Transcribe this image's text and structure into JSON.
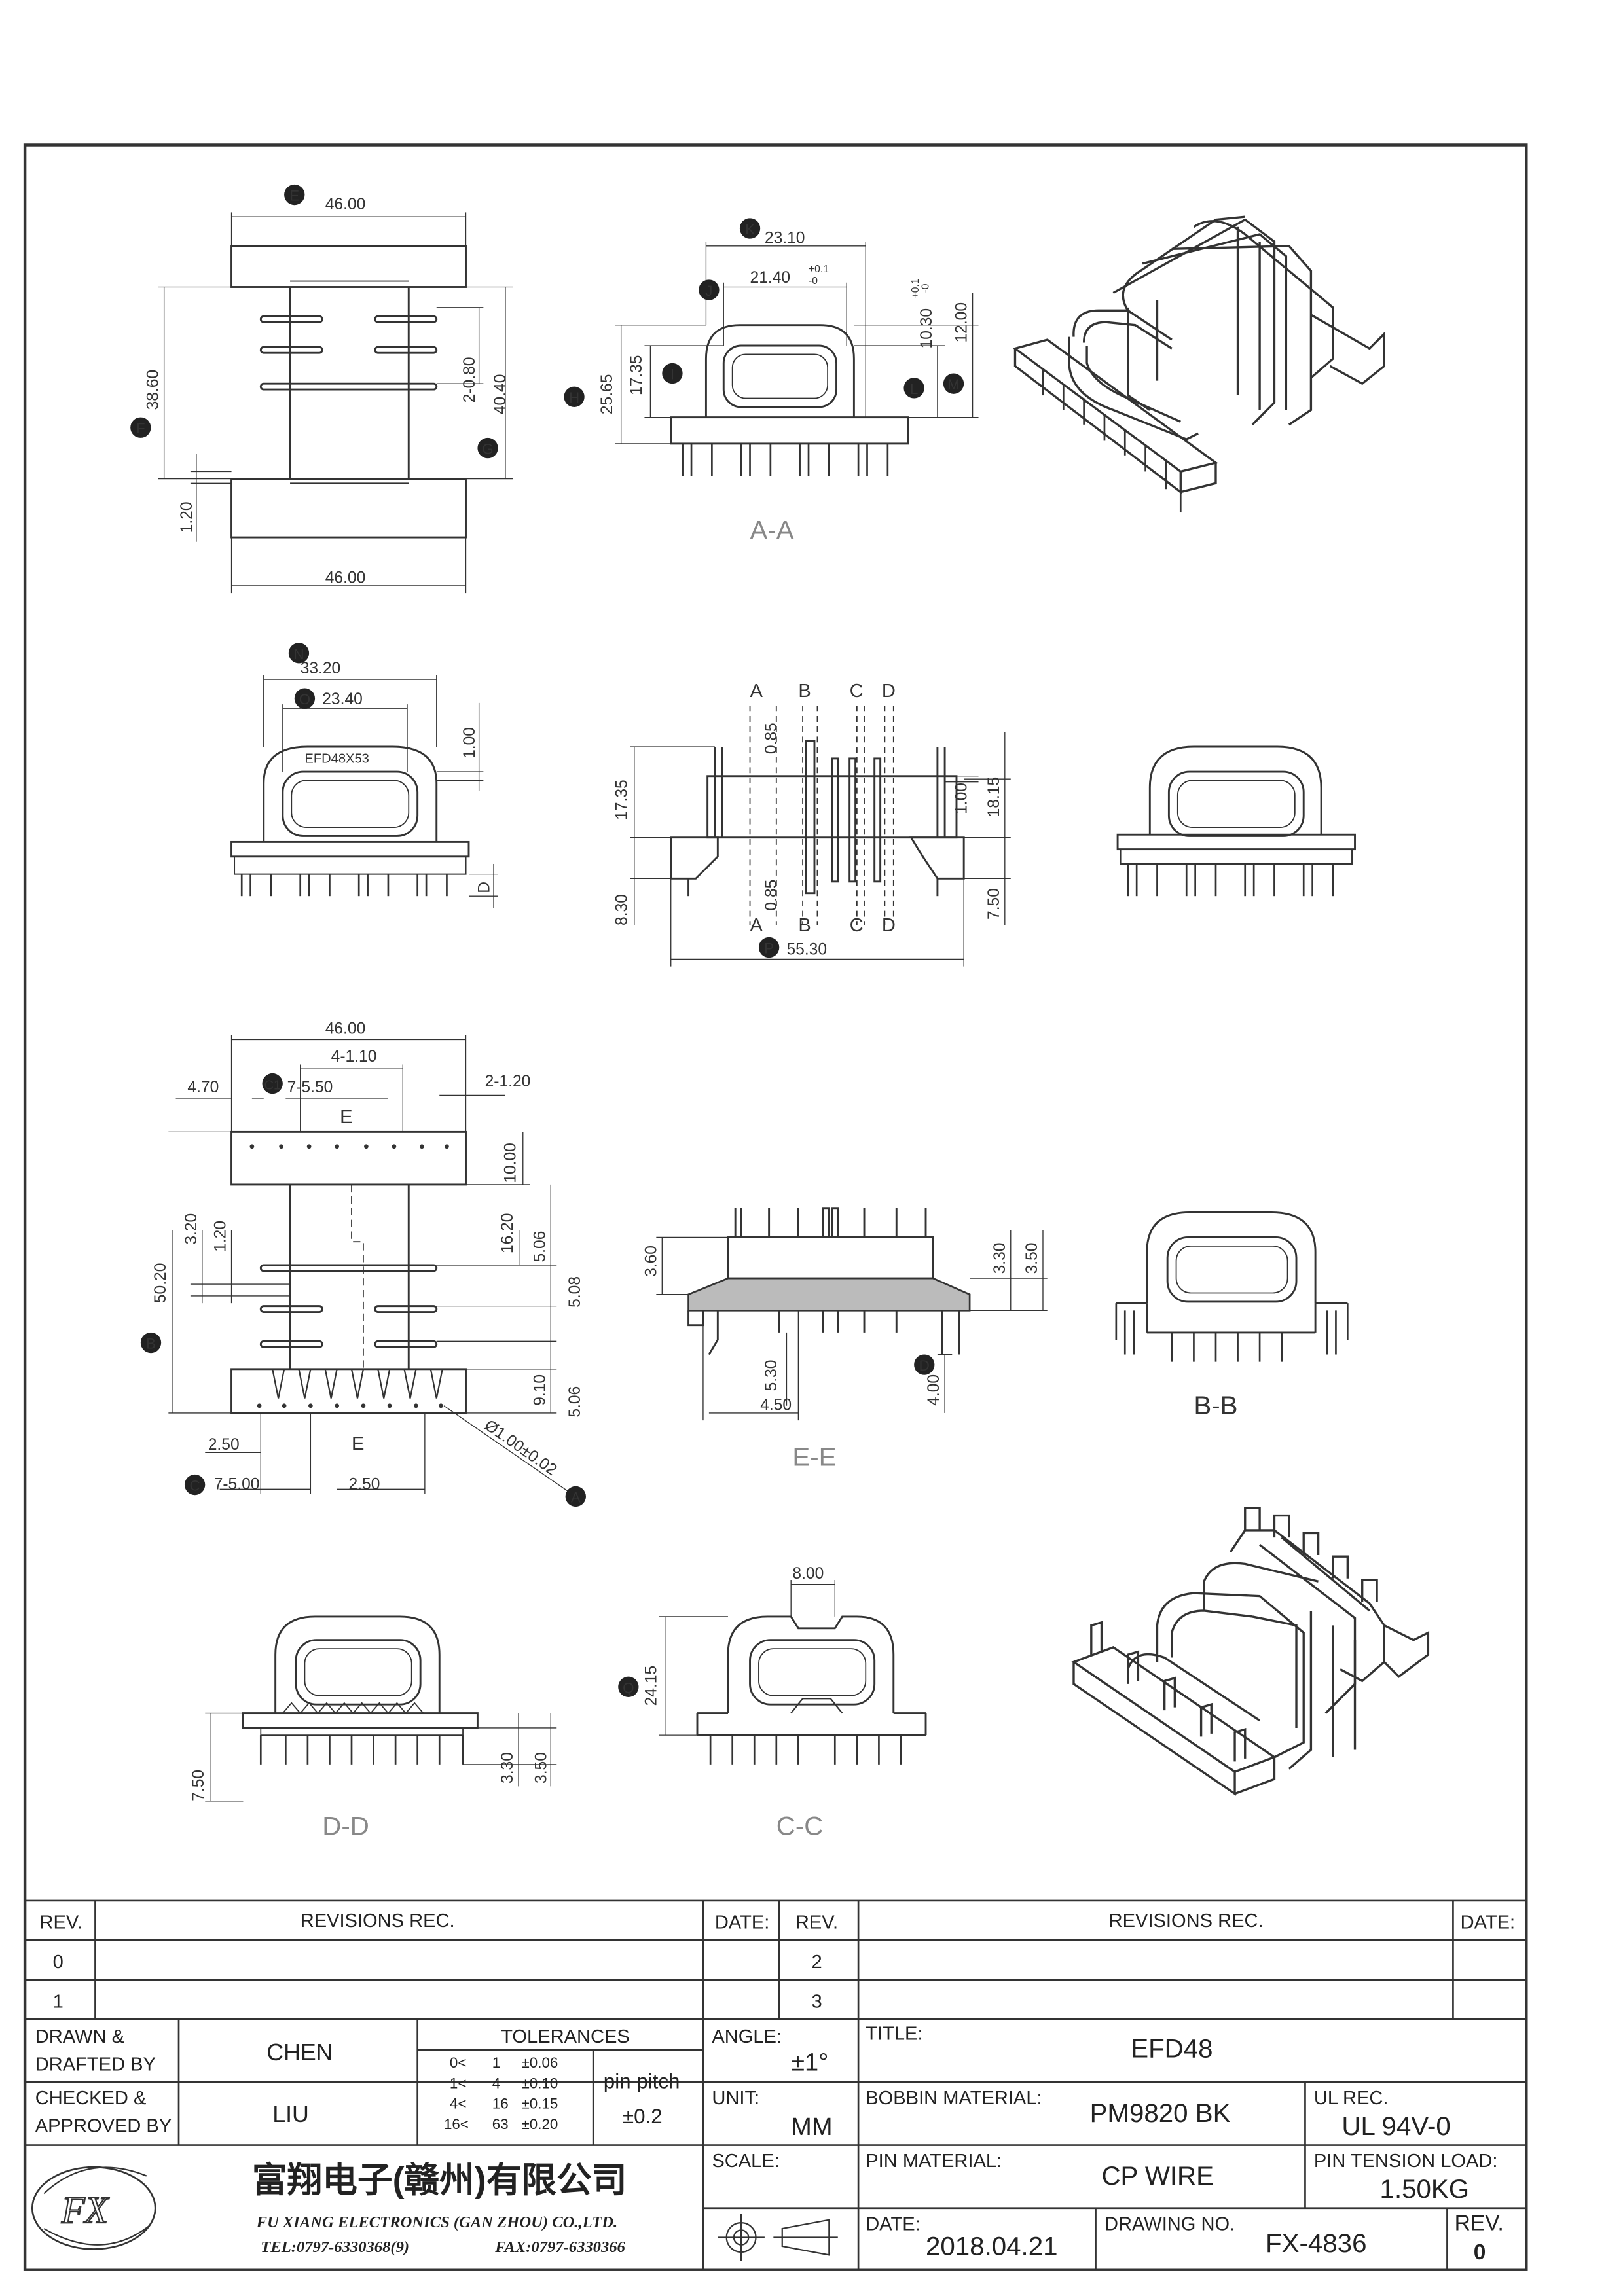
{
  "views": {
    "top": {
      "dims": [
        "46.00",
        "38.60",
        "2-0.80",
        "40.40",
        "1.20",
        "46.00"
      ],
      "markers": [
        "E",
        "F",
        "G"
      ]
    },
    "aa": {
      "caption": "A-A",
      "dims": [
        "23.10",
        "21.40",
        "+0.1",
        "-0",
        "25.65",
        "17.35",
        "10.30",
        "+0.1",
        "-0",
        "12.00"
      ],
      "markers": [
        "K",
        "J",
        "I",
        "H",
        "L",
        "M"
      ]
    },
    "front": {
      "dims": [
        "33.20",
        "23.40",
        "1.00",
        "D"
      ],
      "engrave": "EFD48X53",
      "markers": [
        "N",
        "O"
      ]
    },
    "side": {
      "section_letters": [
        "A",
        "B",
        "C",
        "D"
      ],
      "dims": [
        "0.85",
        "17.35",
        "0.85",
        "8.30",
        "1.00",
        "18.15",
        "7.50",
        "55.30"
      ],
      "markers": [
        "P"
      ]
    },
    "bottom": {
      "dims": [
        "46.00",
        "4-1.10",
        "4.70",
        "7-5.50",
        "2-1.20",
        "E",
        "10.00",
        "50.20",
        "3.20",
        "1.20",
        "16.20",
        "5.06",
        "5.08",
        "9.10",
        "5.06",
        "2.50",
        "E",
        "7-5.00",
        "2.50",
        "Ø1.00±0.02"
      ],
      "markers": [
        "C1",
        "B",
        "C",
        "A"
      ]
    },
    "ee": {
      "caption": "E-E",
      "dims": [
        "3.60",
        "3.30",
        "3.50",
        "5.30",
        "4.50",
        "4.00"
      ],
      "markers": [
        "D"
      ]
    },
    "bb": {
      "caption": "B-B"
    },
    "dd": {
      "caption": "D-D",
      "dims": [
        "7.50",
        "3.30",
        "3.50"
      ]
    },
    "cc": {
      "caption": "C-C",
      "dims": [
        "8.00",
        "24.15"
      ],
      "markers": [
        "Q"
      ]
    }
  },
  "revisions": {
    "header_rev": "REV.",
    "header_rec": "REVISIONS   REC.",
    "header_date": "DATE:",
    "left_revs": [
      "0",
      "1"
    ],
    "right_revs": [
      "2",
      "3"
    ]
  },
  "titleblock": {
    "drawn_label": "DRAWN &",
    "drafted_label": "DRAFTED BY",
    "drawn_by": "CHEN",
    "checked_label": "CHECKED &",
    "approved_label": "APPROVED BY",
    "approved_by": "LIU",
    "tolerances_title": "TOLERANCES",
    "tolerance_rows": [
      [
        "0<",
        "1",
        "±0.06"
      ],
      [
        "1<",
        "4",
        "±0.10"
      ],
      [
        "4<",
        "16",
        "±0.15"
      ],
      [
        "16<",
        "63",
        "±0.20"
      ]
    ],
    "pin_pitch_label": "pin pitch",
    "pin_pitch_value": "±0.2",
    "angle_label": "ANGLE:",
    "angle_value": "±1°",
    "unit_label": "UNIT:",
    "unit_value": "MM",
    "scale_label": "SCALE:",
    "title_label": "TITLE:",
    "title_value": "EFD48",
    "bobbin_label": "BOBBIN MATERIAL:",
    "bobbin_value": "PM9820  BK",
    "ul_label": "UL REC.",
    "ul_value": "UL  94V-0",
    "pin_material_label": "PIN MATERIAL:",
    "pin_material_value": "CP  WIRE",
    "tension_label": "PIN TENSION LOAD:",
    "tension_value": "1.50KG",
    "date_label": "DATE:",
    "date_value": "2018.04.21",
    "drawing_no_label": "DRAWING NO.",
    "drawing_no_value": "FX-4836",
    "rev_label": "REV.",
    "rev_value": "0",
    "company_cn": "富翔电子(赣州)有限公司",
    "company_en": "FU XIANG ELECTRONICS (GAN ZHOU) CO.,LTD.",
    "tel": "TEL:0797-6330368(9)",
    "fax": "FAX:0797-6330366",
    "logo_text": "FX"
  }
}
